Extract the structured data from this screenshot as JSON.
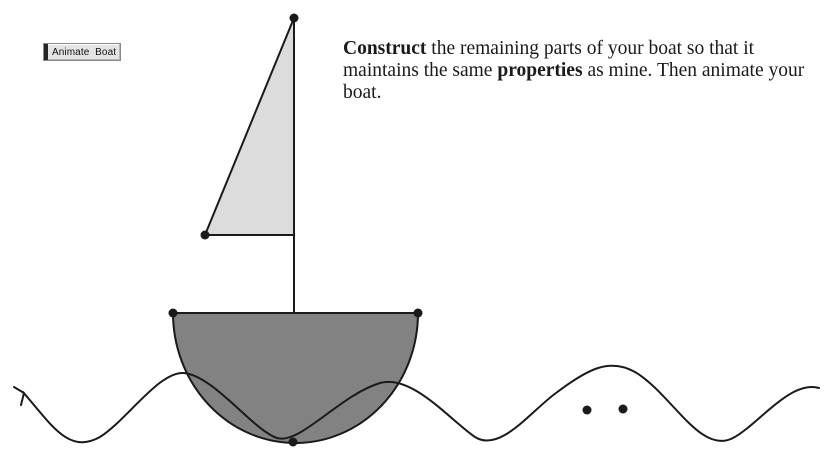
{
  "toolbar": {
    "animate_button_label": "Animate  Boat"
  },
  "instructions": {
    "part1_bold": "Construct",
    "part2": " the remaining parts of your boat so that it maintains the same ",
    "part3_bold": "properties",
    "part4": " as mine. Then animate your boat."
  },
  "colors": {
    "sail_fill": "#dcdcdc",
    "hull_fill": "#828282",
    "stroke": "#1a1a1a",
    "button_face": "#e4e4e4"
  }
}
